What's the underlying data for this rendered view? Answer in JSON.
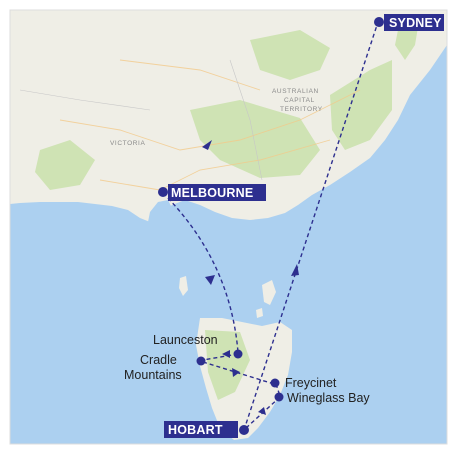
{
  "map": {
    "colors": {
      "water": "#acd0f0",
      "land": "#efeee6",
      "green": "#cfe3b4",
      "route": "#2d2f8f",
      "label_bg": "#2d2f8f",
      "label_text": "#ffffff"
    },
    "cities": {
      "sydney": "SYDNEY",
      "melbourne": "MELBOURNE",
      "hobart": "HOBART"
    },
    "places": {
      "launceston": "Launceston",
      "cradle_line1": "Cradle",
      "cradle_line2": "Mountains",
      "freycinet": "Freycinet",
      "wineglass": "Wineglass Bay"
    },
    "basemap_labels": {
      "victoria": "VICTORIA",
      "act_line1": "AUSTRALIAN",
      "act_line2": "CAPITAL",
      "act_line3": "TERRITORY"
    }
  }
}
